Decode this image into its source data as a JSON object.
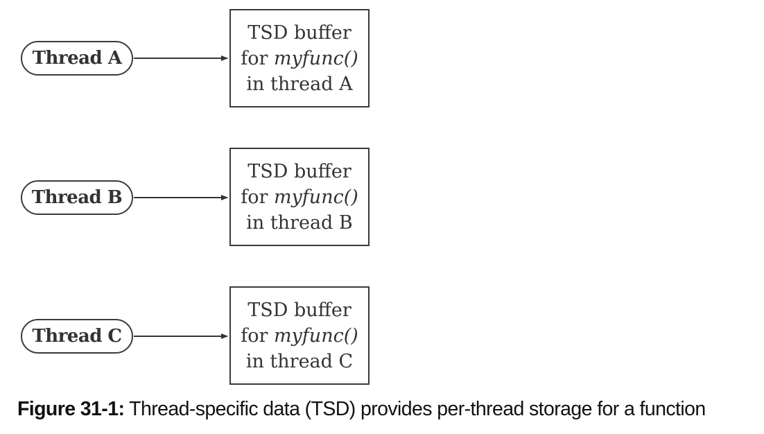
{
  "threads": [
    {
      "label": "Thread A",
      "buffer_line1": "TSD buffer",
      "buffer_line2_prefix": "for ",
      "buffer_func": "myfunc()",
      "buffer_line3": "in thread A"
    },
    {
      "label": "Thread B",
      "buffer_line1": "TSD buffer",
      "buffer_line2_prefix": "for ",
      "buffer_func": "myfunc()",
      "buffer_line3": "in thread B"
    },
    {
      "label": "Thread C",
      "buffer_line1": "TSD buffer",
      "buffer_line2_prefix": "for ",
      "buffer_func": "myfunc()",
      "buffer_line3": "in thread C"
    }
  ],
  "caption": {
    "label": "Figure 31-1:",
    "text": " Thread-specific data (TSD) provides per-thread storage for a function"
  }
}
